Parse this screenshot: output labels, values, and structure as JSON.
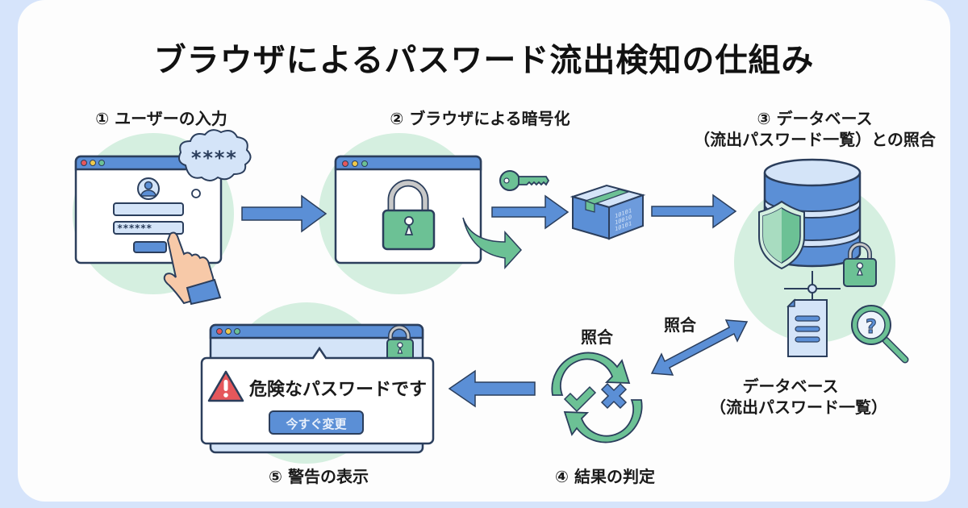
{
  "title": "ブラウザによるパスワード流出検知の仕組み",
  "steps": [
    {
      "label": "① ユーザーの入力"
    },
    {
      "label": "② ブラウザによる暗号化"
    },
    {
      "label_line1": "③ データベース",
      "label_line2": "（流出パスワード一覧）との照合"
    },
    {
      "label": "④ 結果の判定"
    },
    {
      "label": "⑤ 警告の表示"
    }
  ],
  "step1": {
    "thought_bubble_text": "****",
    "password_field_value": "******"
  },
  "database": {
    "caption_line1": "データベース",
    "caption_line2": "（流出パスワード一覧）"
  },
  "compare": {
    "arrow_label": "照合",
    "cycle_label": "照合"
  },
  "warning": {
    "message": "危険なパスワードです",
    "button_label": "今すぐ変更"
  },
  "colors": {
    "blue": "#5b8fd6",
    "light_blue": "#d4e4f8",
    "green": "#6cc195",
    "light_green": "#d5efe0",
    "outline": "#2b3e5c",
    "red": "#e5575b",
    "background": "#d6e4fb"
  }
}
